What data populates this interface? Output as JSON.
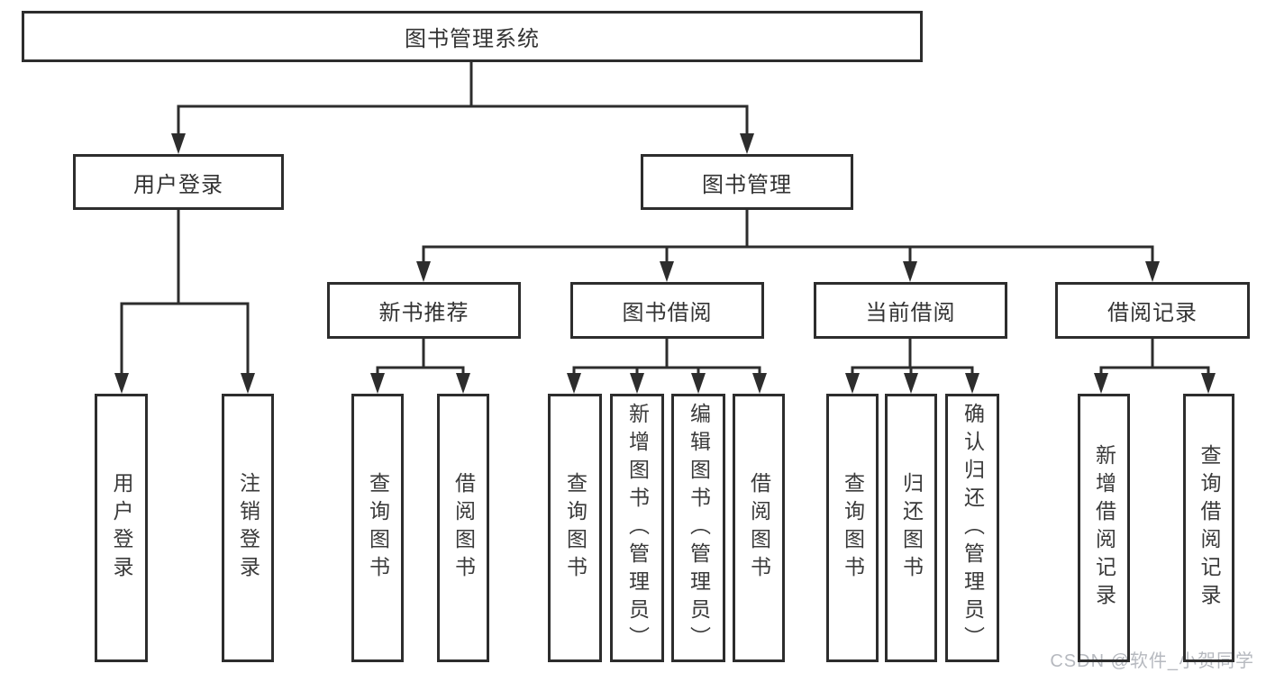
{
  "tree": {
    "label": "图书管理系统",
    "children": [
      {
        "label": "用户登录",
        "children": [
          {
            "label": "用户登录"
          },
          {
            "label": "注销登录"
          }
        ]
      },
      {
        "label": "图书管理",
        "children": [
          {
            "label": "新书推荐",
            "children": [
              {
                "label": "查询图书"
              },
              {
                "label": "借阅图书"
              }
            ]
          },
          {
            "label": "图书借阅",
            "children": [
              {
                "label": "查询图书"
              },
              {
                "label": "新增图书（管理员）"
              },
              {
                "label": "编辑图书（管理员）"
              },
              {
                "label": "借阅图书"
              }
            ]
          },
          {
            "label": "当前借阅",
            "children": [
              {
                "label": "查询图书"
              },
              {
                "label": "归还图书"
              },
              {
                "label": "确认归还（管理员）"
              }
            ]
          },
          {
            "label": "借阅记录",
            "children": [
              {
                "label": "新增借阅记录"
              },
              {
                "label": "查询借阅记录"
              }
            ]
          }
        ]
      }
    ]
  },
  "watermark": {
    "text": "CSDN @软件_小贺同学"
  },
  "colors": {
    "line": "#2d2d2d",
    "text": "#333333",
    "watermark": "#b6b9bf",
    "background": "#ffffff"
  }
}
